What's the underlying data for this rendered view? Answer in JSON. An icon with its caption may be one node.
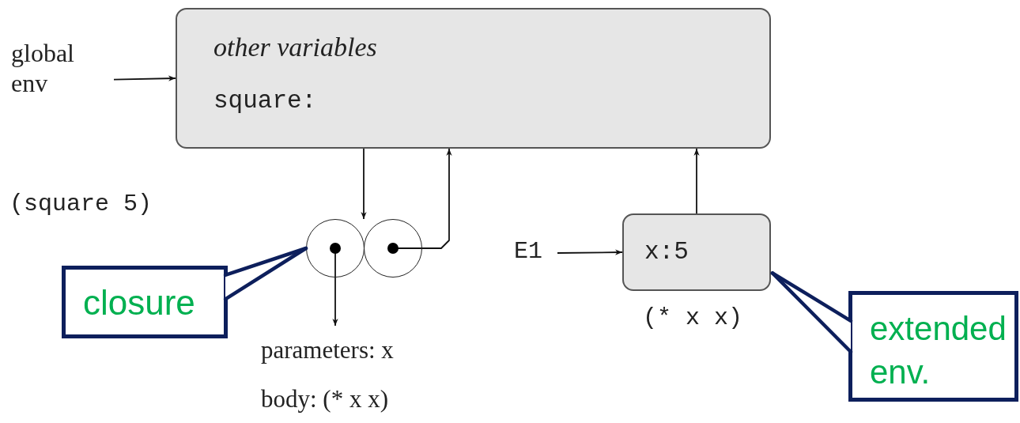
{
  "diagram": {
    "nodes": [
      {
        "text": [
          "global env"
        ]
      },
      {
        "text": [
          "other variables",
          "square:"
        ]
      },
      {
        "text": [],
        "shape": "circle"
      },
      {
        "text": [],
        "shape": "circle"
      },
      {
        "text": [
          "parameters: x",
          "body: (* x x)"
        ]
      },
      {
        "text": [
          "E1"
        ]
      },
      {
        "text": [
          "x:5"
        ],
        "beside": [
          "(* x x)"
        ]
      },
      {
        "text": [
          "closure"
        ]
      },
      {
        "text": [
          "extended env."
        ]
      }
    ],
    "edges": [
      {
        "from": 0,
        "to": 1,
        "arrow": "to"
      },
      {
        "from": 1,
        "to": 2,
        "arrow": "to"
      },
      {
        "from": 3,
        "to": 1,
        "arrow": "to"
      },
      {
        "from": 2,
        "to": 4,
        "arrow": "to"
      },
      {
        "from": 5,
        "to": 6,
        "arrow": "to"
      },
      {
        "from": 6,
        "to": 1,
        "arrow": "to"
      },
      {
        "from": 7,
        "to": 2,
        "arrow": "none",
        "color": "#0d1f5c",
        "style": "thick"
      },
      {
        "from": 8,
        "to": 6,
        "arrow": "none",
        "color": "#0d1f5c",
        "style": "thick"
      }
    ],
    "labels": [
      "(square 5)"
    ]
  }
}
